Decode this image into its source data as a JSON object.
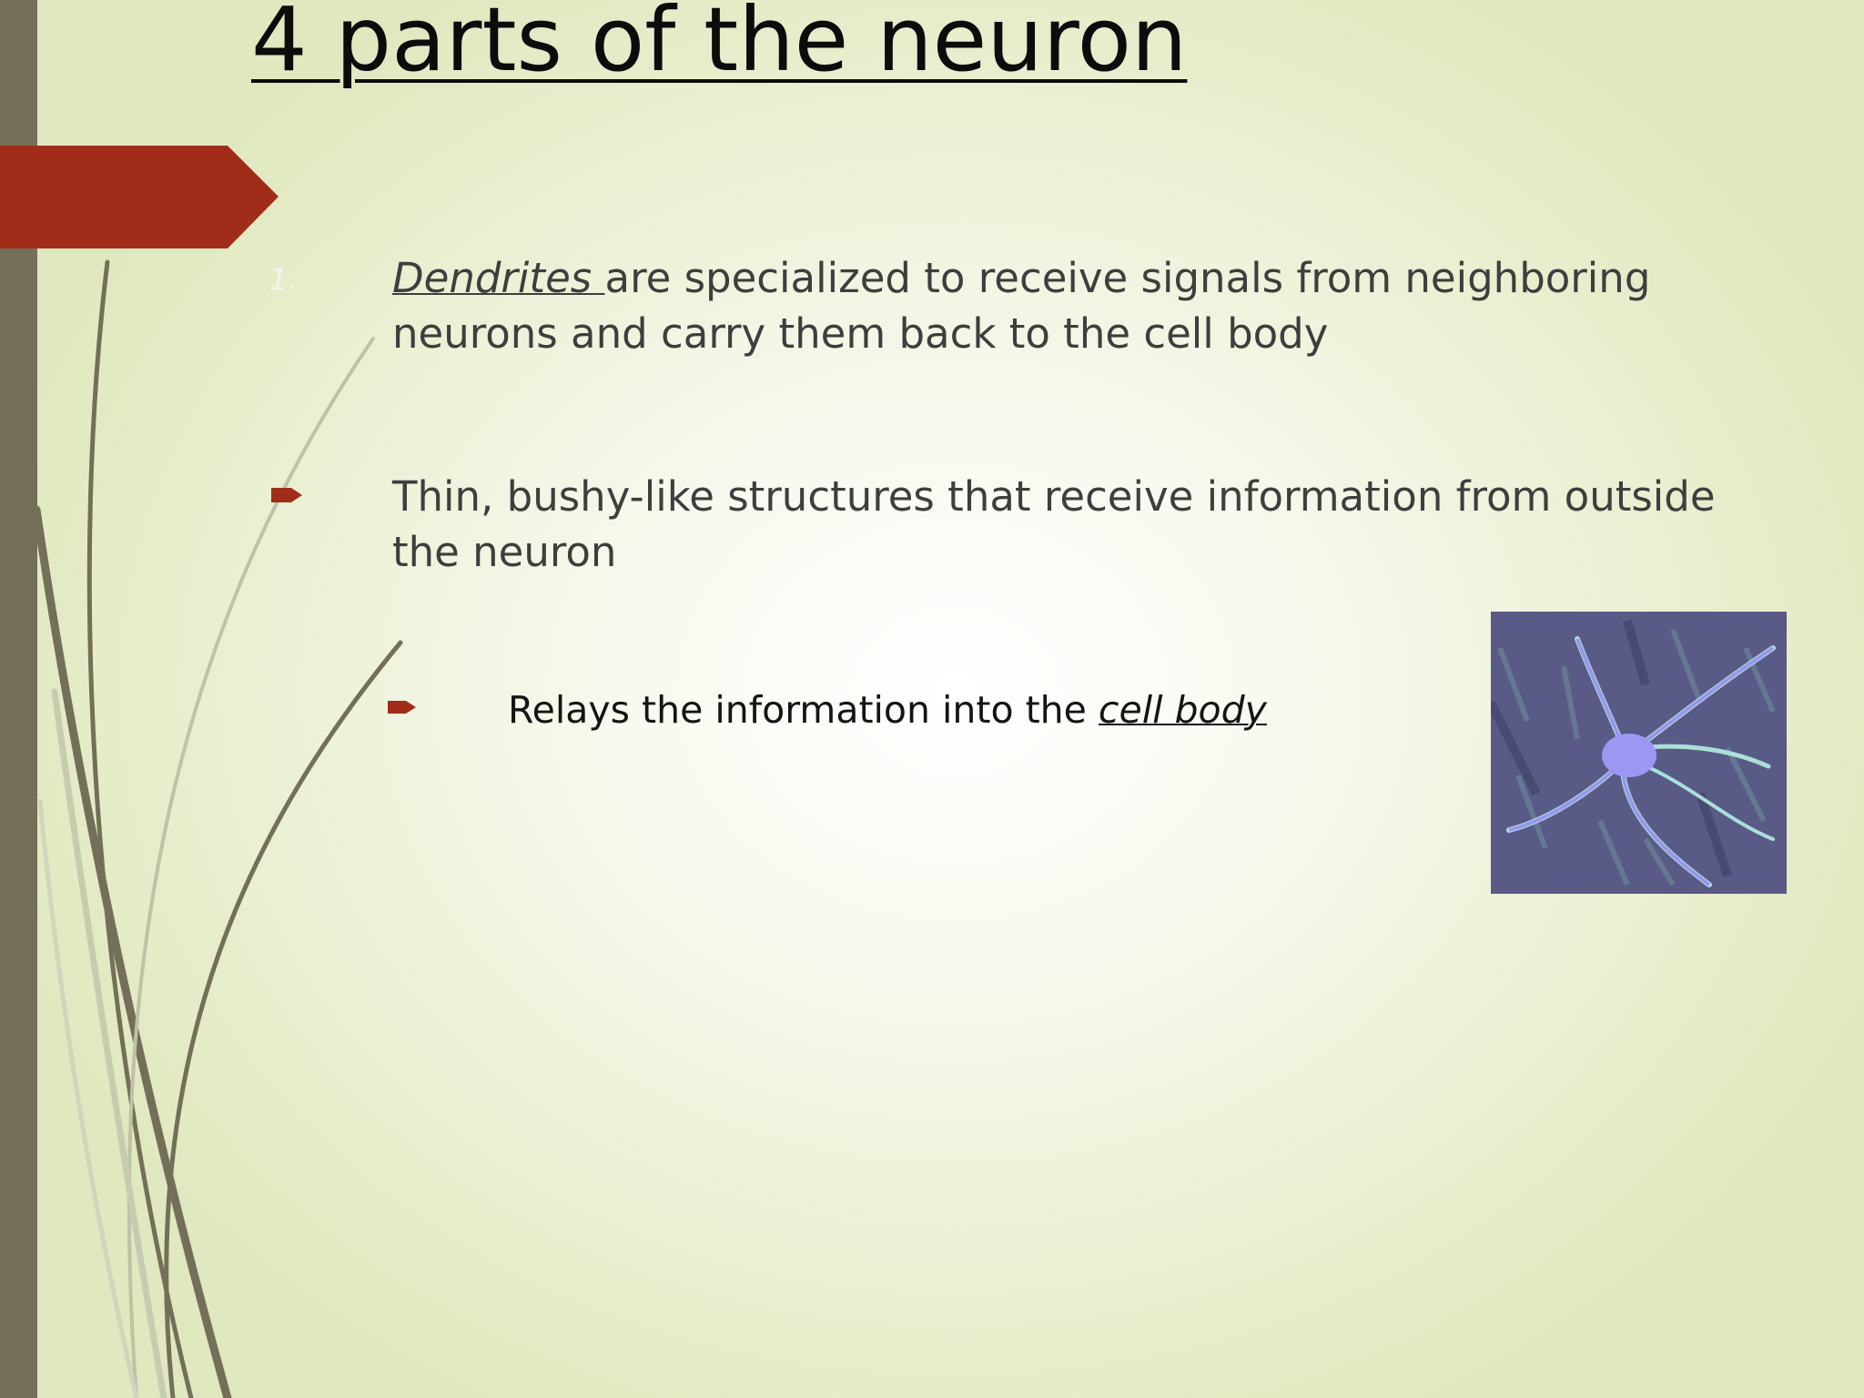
{
  "slide": {
    "title": "4 parts of the neuron",
    "list_number": "1.",
    "items": [
      {
        "term": "Dendrites ",
        "text": "are specialized to receive signals from neighboring neurons and carry them back to the cell body"
      },
      {
        "text": "Thin, bushy-like structures that receive information from outside the neuron"
      },
      {
        "text": "Relays the information into the ",
        "term": "cell body"
      }
    ]
  },
  "colors": {
    "accent_red": "#a22c1a",
    "side_bar": "#746f58",
    "body_text": "#3e3e3e"
  },
  "icons": {
    "bullet": "arrow-bullet-icon",
    "image": "neuron-image"
  }
}
